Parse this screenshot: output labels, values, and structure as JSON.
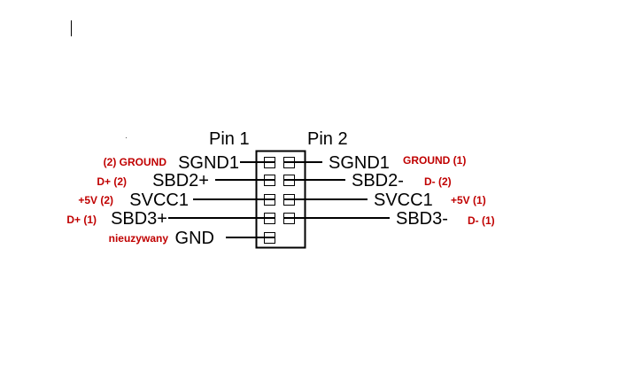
{
  "header": {
    "pin1": "Pin 1",
    "pin2": "Pin 2"
  },
  "left_pins": [
    {
      "name": "SGND1",
      "note": "(2) GROUND"
    },
    {
      "name": "SBD2+",
      "note": "D+ (2)"
    },
    {
      "name": "SVCC1",
      "note": "+5V (2)"
    },
    {
      "name": "SBD3+",
      "note": "D+ (1)"
    },
    {
      "name": "GND",
      "note": "nieuzywany"
    }
  ],
  "right_pins": [
    {
      "name": "SGND1",
      "note": "GROUND (1)"
    },
    {
      "name": "SBD2-",
      "note": "D- (2)"
    },
    {
      "name": "SVCC1",
      "note": "+5V (1)"
    },
    {
      "name": "SBD3-",
      "note": "D- (1)"
    }
  ],
  "colors": {
    "annotation": "#c00000",
    "line": "#000000"
  }
}
